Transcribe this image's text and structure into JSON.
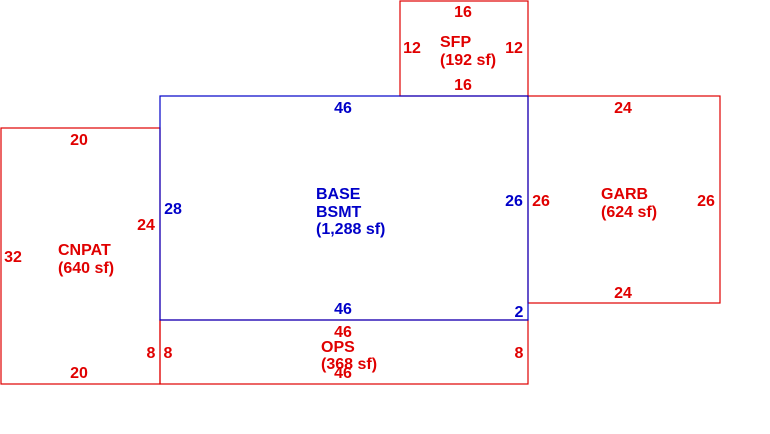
{
  "colors": {
    "blue": "#0000c8",
    "red": "#e00000"
  },
  "areas": {
    "sfp": {
      "name": "SFP",
      "area": "(192 sf)",
      "top": "16",
      "bottom": "16",
      "left": "12",
      "right": "12"
    },
    "base": {
      "name1": "BASE",
      "name2": "BSMT",
      "area": "(1,288 sf)",
      "top": "46",
      "bottom": "46",
      "left": "28",
      "right": "26",
      "corner": "2"
    },
    "garb": {
      "name": "GARB",
      "area": "(624 sf)",
      "top": "24",
      "bottom": "24",
      "left": "26",
      "right": "26"
    },
    "cnpat": {
      "name": "CNPAT",
      "area": "(640 sf)",
      "top": "20",
      "bottom": "20",
      "left": "32",
      "right_upper": "24",
      "right_lower": "8"
    },
    "ops": {
      "name": "OPS",
      "area": "(368 sf)",
      "top": "46",
      "bottom": "46",
      "left": "8",
      "right": "8"
    }
  }
}
